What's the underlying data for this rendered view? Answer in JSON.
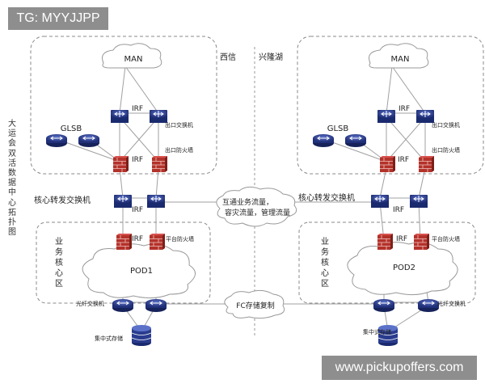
{
  "title": "大运会双活数据中心拓扑图",
  "watermarks": {
    "tg": "TG: MYYJJPP",
    "site": "www.pickupoffers.com"
  },
  "sites": {
    "left": {
      "name": "西信",
      "cloud_man": "MAN",
      "irf_top": "IRF",
      "egress_switch": "出口交换机",
      "gslb": "GLSB",
      "irf_fw": "IRF",
      "egress_firewall": "出口防火墙",
      "core_switch": "核心转发交换机",
      "irf_core": "IRF",
      "irf_platform": "IRF",
      "platform_firewall": "平台防火墙",
      "business_zone": "业务核心区",
      "pod": "POD1",
      "fiber_switch": "光纤交换机",
      "storage": "集中式存储"
    },
    "right": {
      "name": "兴隆湖",
      "cloud_man": "MAN",
      "irf_top": "IRF",
      "egress_switch": "出口交换机",
      "gslb": "GLSB",
      "irf_fw": "IRF",
      "egress_firewall": "出口防火墙",
      "core_switch": "核心转发交换机",
      "irf_core": "IRF",
      "irf_platform": "IRF",
      "platform_firewall": "平台防火墙",
      "business_zone": "业务核心区",
      "pod": "POD2",
      "fiber_switch": "光纤交换机",
      "storage": "集中式存储"
    }
  },
  "links": {
    "core_traffic_line1": "互通业务流量，",
    "core_traffic_line2": "容灾流量，管理流量",
    "fc_replication": "FC存储复制"
  },
  "colors": {
    "switch_fill": "#2c3f8f",
    "firewall": "#c0392b",
    "line": "#9a9a9a",
    "box": "#8a8a8a"
  }
}
